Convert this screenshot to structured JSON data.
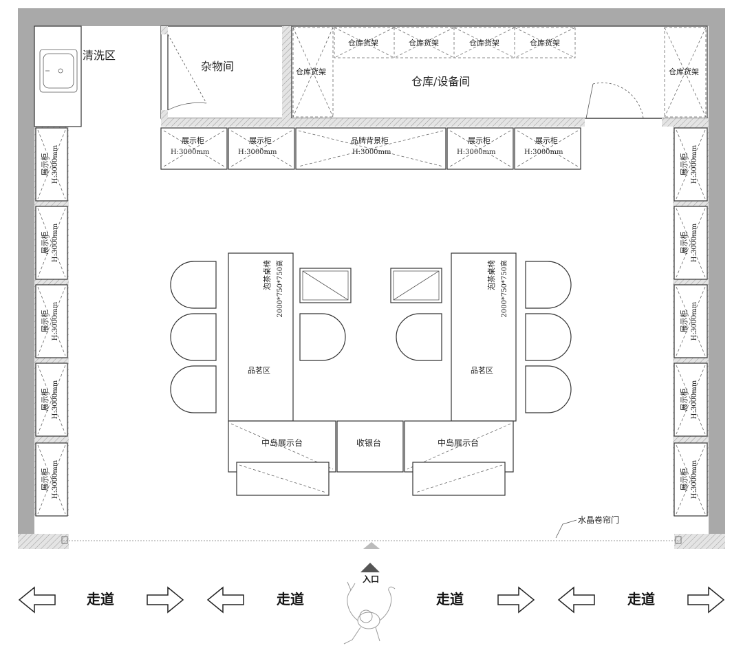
{
  "rooms": {
    "wash_area": "清洗区",
    "storage_room": "杂物间",
    "warehouse": "仓库/设备间"
  },
  "racks": {
    "label": "仓库货架"
  },
  "cabinets": {
    "display_label": "展示柜",
    "display_height": "H:3000mm",
    "brand_label": "品牌背景柜",
    "brand_height": "H:3000mm"
  },
  "tea": {
    "table_label": "泡茶桌椅",
    "table_dims": "2000*750*750高",
    "zone_label": "品茗区"
  },
  "island": {
    "label": "中岛展示台",
    "cashier": "收银台"
  },
  "door": {
    "label": "水晶卷帘门"
  },
  "entrance": {
    "label": "入口"
  },
  "corridor": {
    "labels": [
      "走道",
      "走道",
      "走道",
      "走道"
    ]
  }
}
